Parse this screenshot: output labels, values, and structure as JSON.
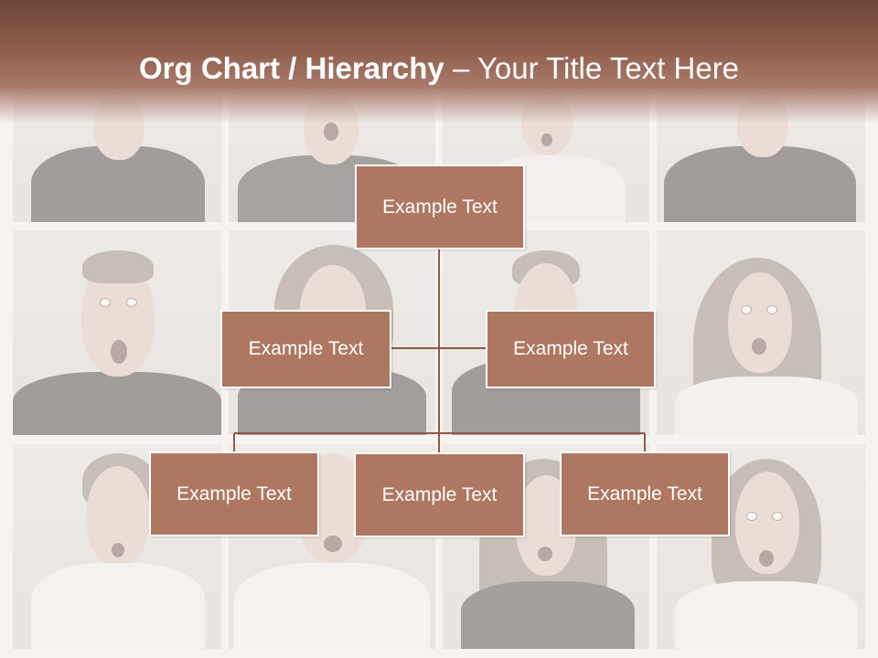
{
  "header": {
    "title_bold": "Org Chart / Hierarchy",
    "title_dash": " – ",
    "title_rest": "Your Title Text Here",
    "band_color": "#7a4e3f"
  },
  "org_chart": {
    "node_color": "#ae7761",
    "line_color": "#8b5a48",
    "root": {
      "label": "Example Text"
    },
    "assistants": [
      {
        "label": "Example Text"
      },
      {
        "label": "Example Text"
      }
    ],
    "children": [
      {
        "label": "Example Text"
      },
      {
        "label": "Example Text"
      },
      {
        "label": "Example Text"
      }
    ]
  },
  "background": {
    "description_icon": "photo-collage"
  }
}
